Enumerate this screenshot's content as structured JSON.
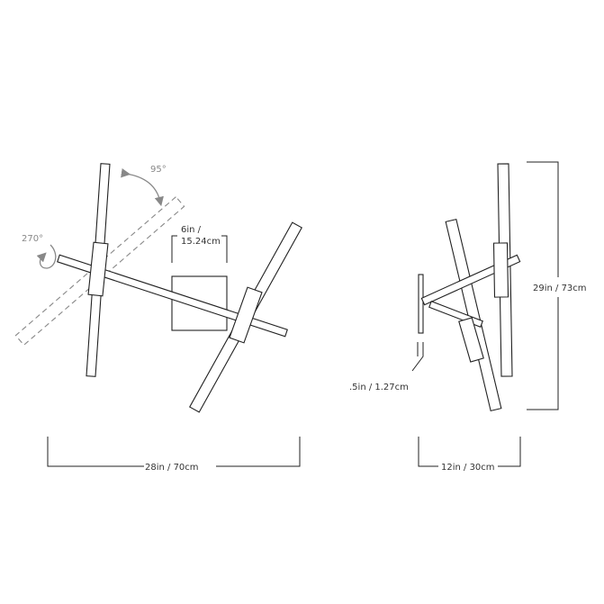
{
  "front_view": {
    "rotation_labels": {
      "tilt": "95°",
      "rotate": "270°"
    },
    "plate_width_label": {
      "line1": "6in /",
      "line2": "15.24cm"
    },
    "overall_width_label": "28in / 70cm"
  },
  "side_view": {
    "plate_depth_label": ".5in / 1.27cm",
    "overall_depth_label": "12in / 30cm",
    "overall_height_label": "29in / 73cm"
  },
  "colors": {
    "line": "#222222",
    "annotation": "#888888"
  }
}
